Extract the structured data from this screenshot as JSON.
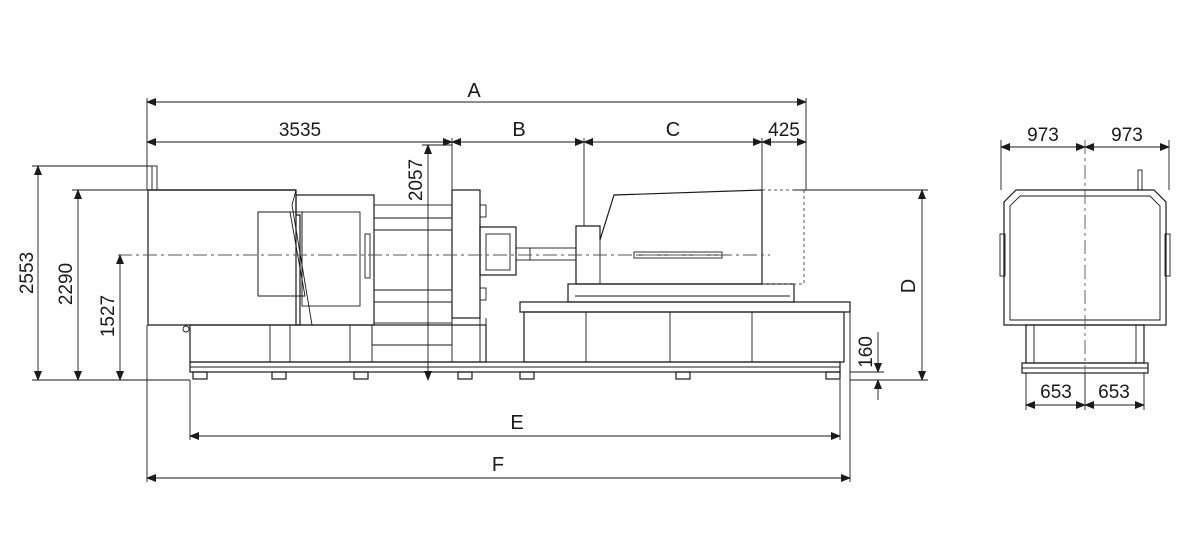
{
  "dimensions": {
    "A": "A",
    "B": "B",
    "C": "C",
    "D": "D",
    "E": "E",
    "F": "F",
    "d3535": "3535",
    "d425": "425",
    "d2057": "2057",
    "d2553": "2553",
    "d2290": "2290",
    "d1527": "1527",
    "d160": "160",
    "d973_left": "973",
    "d973_right": "973",
    "d653_left": "653",
    "d653_right": "653"
  }
}
